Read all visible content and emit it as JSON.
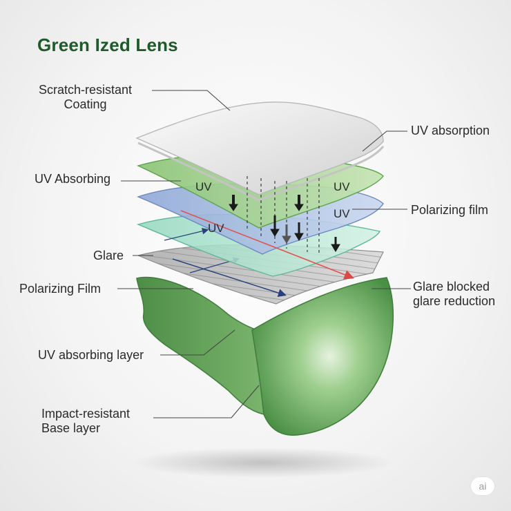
{
  "title": "Green Ized Lens",
  "labels": {
    "scratch_coating": [
      "Scratch-resistant",
      "Coating"
    ],
    "uv_absorption": "UV absorption",
    "uv_absorbing": "UV Absorbing",
    "polarizing_film_right": "Polarizing film",
    "glare": "Glare",
    "polarizing_film_left": "Polarizing Film",
    "glare_blocked": [
      "Glare blocked",
      "glare reduction"
    ],
    "uv_absorbing_layer": "UV absorbing layer",
    "impact_base": [
      "Impact-resistant",
      "Base layer"
    ]
  },
  "inline_labels": {
    "uv_left_top": "UV",
    "uv_right_top": "UV",
    "uv_right_mid": "UV",
    "uv_left_mid": "UV"
  },
  "badge": "ai",
  "colors": {
    "title": "#1f5a2a",
    "green_layer": "#9ccf86",
    "blue_layer": "#a9bde0",
    "teal_layer": "#a6e0cc",
    "grid_layer": "#c2c2c2",
    "lens_green": "#4f9a4a",
    "glare_ray": "#e0524f",
    "uv_arrow": "#1a1a1a"
  }
}
